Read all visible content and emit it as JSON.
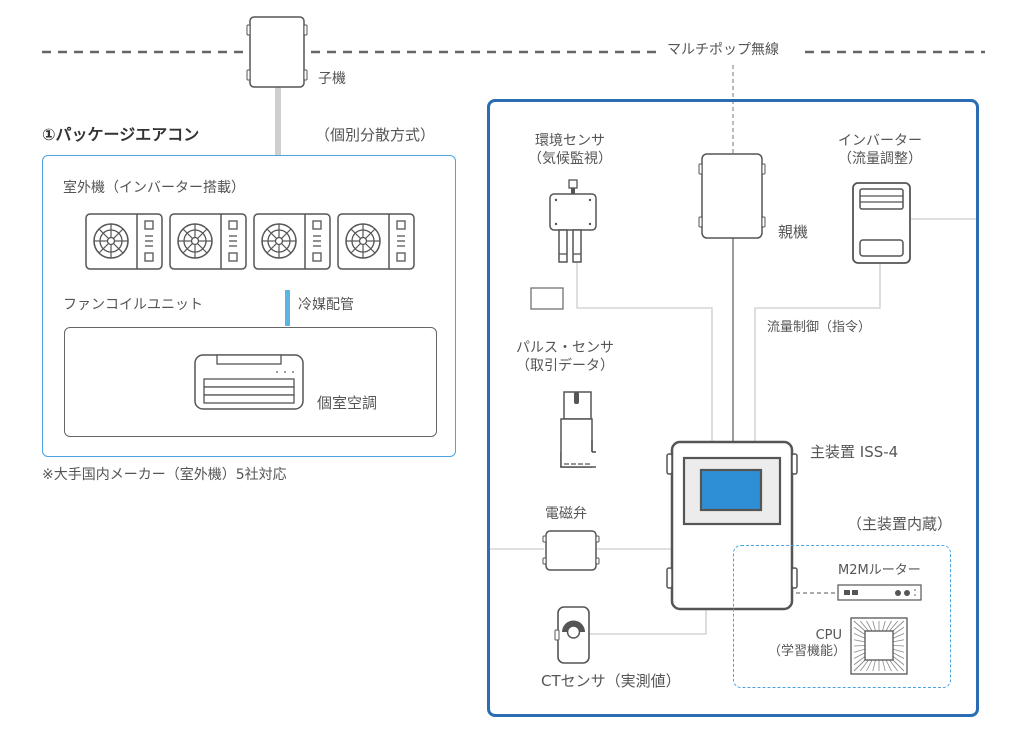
{
  "wireless": {
    "label": "マルチポップ無線"
  },
  "slave_unit": {
    "label": "子機"
  },
  "package_aircon": {
    "title": "①パッケージエアコン",
    "subtitle": "（個別分散方式）",
    "outdoor_label": "室外機（インバーター搭載）",
    "outdoor_unit_count": 4,
    "fcu_label": "ファンコイルユニット",
    "refrigerant_label": "冷媒配管",
    "room_ac_label": "個室空調",
    "note": "※大手国内メーカー（室外機）5社対応"
  },
  "system": {
    "master_label": "親機",
    "env_sensor": {
      "line1": "環境センサ",
      "line2": "（気候監視）"
    },
    "inverter": {
      "line1": "インバーター",
      "line2": "（流量調整）"
    },
    "flow_control_label": "流量制御（指令）",
    "pulse_sensor": {
      "line1": "パルス・センサ",
      "line2": "（取引データ）"
    },
    "main_unit_label": "主装置 ISS-4",
    "solenoid_label": "電磁弁",
    "ct_sensor_label": "CTセンサ（実測値）",
    "internal": {
      "title": "（主装置内蔵）",
      "router_label": "M2Mルーター",
      "cpu": {
        "line1": "CPU",
        "line2": "（学習機能）"
      }
    }
  },
  "colors": {
    "accent_blue": "#2a6db2",
    "light_blue": "#4aa3de",
    "screen_blue": "#2f8fd6",
    "line_gray": "#cccccc",
    "icon_stroke": "#555555"
  }
}
